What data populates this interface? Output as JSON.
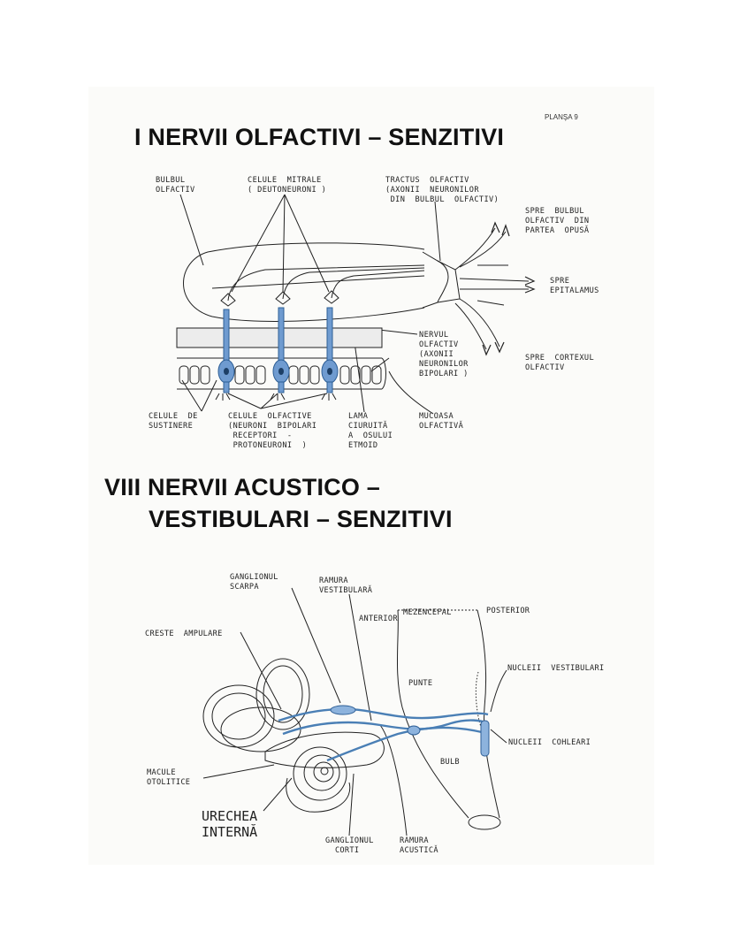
{
  "plate_label": "PLANŞA 9",
  "olfactory": {
    "title": "I NERVII OLFACTIVI – SENZITIVI",
    "labels": {
      "bulbul": "BULBUL\nOLFACTIV",
      "mitrale": "CELULE  MITRALE\n( DEUTONEURONI )",
      "tractus": "TRACTUS  OLFACTIV\n(AXONII  NEURONILOR\n DIN  BULBUL  OLFACTIV)",
      "spre_bulbul": "SPRE  BULBUL\nOLFACTIV  DIN\nPARTEA  OPUSĂ",
      "spre_epitalamus": "SPRE\nEPITALAMUS",
      "nervul": "NERVUL\nOLFACTIV\n(AXONII\nNEURONILOR\nBIPOLARI )",
      "spre_cortex": "SPRE  CORTEXUL\nOLFACTIV",
      "sustinere": "CELULE  DE\nSUSTINERE",
      "olfactive": "CELULE  OLFACTIVE\n(NEURONI  BIPOLARI\n RECEPTORI  -\n PROTONEURONI  )",
      "lama": "LAMA\nCIURUITĂ\nA  OSULUI\nETMOID",
      "mucoasa": "MUCOASA\nOLFACTIVĂ"
    }
  },
  "acoustic": {
    "title_line1": "VIII NERVII ACUSTICO –",
    "title_line2": "VESTIBULARI – SENZITIVI",
    "labels": {
      "scarpa": "GANGLIONUL\nSCARPA",
      "vestibulara": "RAMURA\nVESTIBULARĂ",
      "anterior": "ANTERIOR",
      "mezencefal": "MEZENCEFAL",
      "posterior": "POSTERIOR",
      "creste": "CRESTE  AMPULARE",
      "nuclei_vest": "NUCLEII  VESTIBULARI",
      "punte": "PUNTE",
      "nuclei_cohl": "NUCLEII  COHLEARI",
      "bulb": "BULB",
      "macule": "MACULE\nOTOLITICE",
      "urechea": "URECHEA\nINTERNĂ",
      "corti": "GANGLIONUL\n  CORTI",
      "acustica": "RAMURA\nACUSTICĂ"
    }
  },
  "colors": {
    "neuron_blue": "#4a7fb5",
    "nerve_blue": "#6f9bd0",
    "ink": "#1a1a1a"
  }
}
